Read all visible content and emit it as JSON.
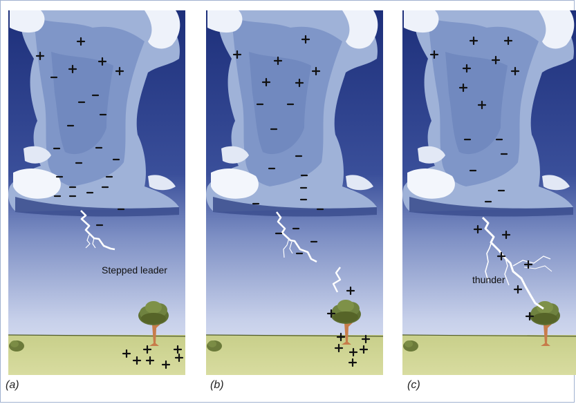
{
  "labels": {
    "stepped_leader": "Stepped leader",
    "thunder": "thunder"
  },
  "captions": [
    "(a)",
    "(b)",
    "(c)"
  ]
}
